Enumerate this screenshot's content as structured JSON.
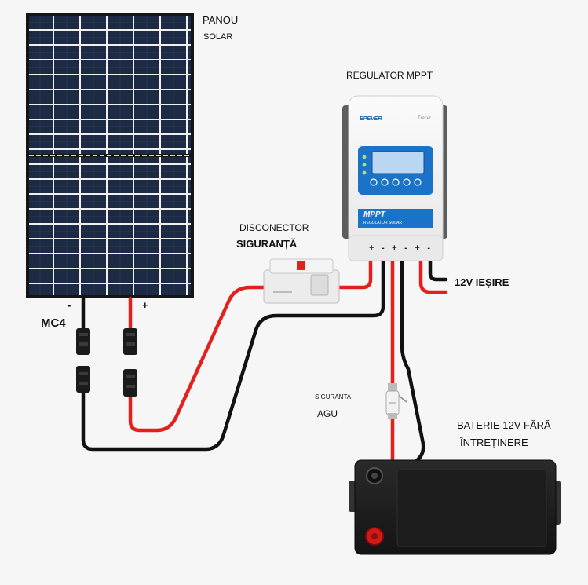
{
  "labels": {
    "panel_line1": "PANOU",
    "panel_line2": "SOLAR",
    "regulator": "REGULATOR MPPT",
    "disconnector_line1": "DISCONECTOR",
    "disconnector_line2": "SIGURANȚĂ",
    "output": "12V IEȘIRE",
    "fuse_line1": "SIGURANTA",
    "fuse_line2": "AGU",
    "battery_line1": "BATERIE 12V FĂRĂ",
    "battery_line2": "ÎNTREȚINERE",
    "connector": "MC4",
    "panel_minus": "-",
    "panel_plus": "+"
  },
  "regulator_device": {
    "brand": "EPEVER",
    "model": "Tracer",
    "badge": "MPPT",
    "badge_sub": "REGULATOR SOLAR",
    "terminals": [
      "+",
      "-",
      "+",
      "-",
      "+",
      "-"
    ]
  },
  "colors": {
    "positive_wire": "#e3201b",
    "negative_wire": "#111111",
    "panel_cell": "#1d2b45",
    "regulator_blue": "#1a73c9"
  }
}
